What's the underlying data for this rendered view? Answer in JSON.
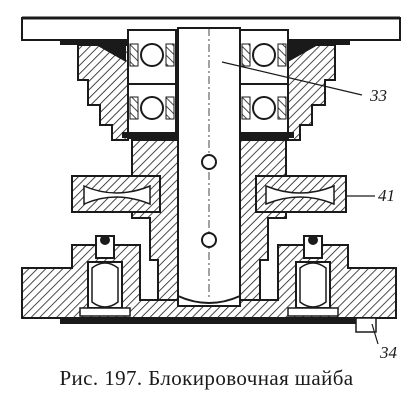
{
  "caption": {
    "number": "Рис. 197.",
    "title": "Блокировочная шайба"
  },
  "callouts": {
    "c33": "33",
    "c41": "41",
    "c34": "34"
  },
  "colors": {
    "ink": "#1a1a1a",
    "paper": "#ffffff"
  }
}
